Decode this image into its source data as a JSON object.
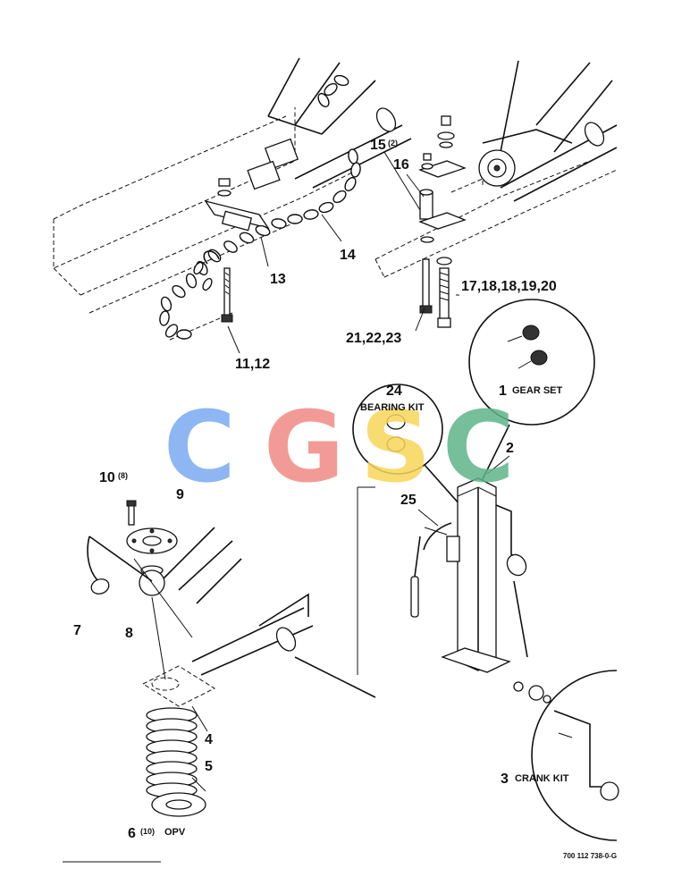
{
  "callouts": {
    "c1": "1",
    "c1_text": "GEAR SET",
    "c2": "2",
    "c3": "3",
    "c3_text": "CRANK KIT",
    "c4": "4",
    "c5": "5",
    "c6": "6",
    "c6_qty": "(10)",
    "c6_text": "OPV",
    "c7": "7",
    "c8": "8",
    "c9": "9",
    "c10": "10",
    "c10_qty": "(8)",
    "c11_12": "11,12",
    "c13": "13",
    "c14": "14",
    "c15": "15",
    "c15_qty": "(2)",
    "c16": "16",
    "c17_20": "17,18,18,19,20",
    "c21_23": "21,22,23",
    "c24": "24",
    "c24_text": "BEARING KIT",
    "c25": "25"
  },
  "watermark": {
    "letters": [
      "C",
      "G",
      "S",
      "C"
    ],
    "colors": [
      "#7aaaf0",
      "#f08a84",
      "#f7d65a",
      "#5fb48a"
    ]
  },
  "drawing_number": "700 112 738-0-G"
}
